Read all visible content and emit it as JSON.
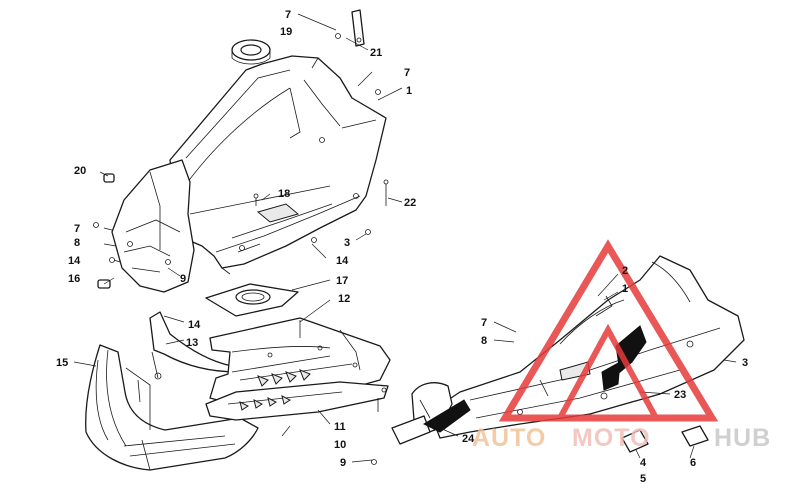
{
  "diagram": {
    "callouts": [
      {
        "id": "c7a",
        "text": "7"
      },
      {
        "id": "c19",
        "text": "19"
      },
      {
        "id": "c21",
        "text": "21"
      },
      {
        "id": "c7b",
        "text": "7"
      },
      {
        "id": "c1a",
        "text": "1"
      },
      {
        "id": "c20",
        "text": "20"
      },
      {
        "id": "c18",
        "text": "18"
      },
      {
        "id": "c22",
        "text": "22"
      },
      {
        "id": "c7c",
        "text": "7"
      },
      {
        "id": "c8a",
        "text": "8"
      },
      {
        "id": "c3a",
        "text": "3"
      },
      {
        "id": "c14a",
        "text": "14"
      },
      {
        "id": "c14b",
        "text": "14"
      },
      {
        "id": "c9a",
        "text": "9"
      },
      {
        "id": "c16",
        "text": "16"
      },
      {
        "id": "c17",
        "text": "17"
      },
      {
        "id": "c12",
        "text": "12"
      },
      {
        "id": "c14c",
        "text": "14"
      },
      {
        "id": "c13",
        "text": "13"
      },
      {
        "id": "c15",
        "text": "15"
      },
      {
        "id": "c11",
        "text": "11"
      },
      {
        "id": "c10",
        "text": "10"
      },
      {
        "id": "c9b",
        "text": "9"
      },
      {
        "id": "c2",
        "text": "2"
      },
      {
        "id": "c1b",
        "text": "1"
      },
      {
        "id": "c7d",
        "text": "7"
      },
      {
        "id": "c8b",
        "text": "8"
      },
      {
        "id": "c3b",
        "text": "3"
      },
      {
        "id": "c23",
        "text": "23"
      },
      {
        "id": "c24",
        "text": "24"
      },
      {
        "id": "c4",
        "text": "4"
      },
      {
        "id": "c5",
        "text": "5"
      },
      {
        "id": "c6",
        "text": "6"
      }
    ]
  },
  "watermark": {
    "part1": "AUTO",
    "part2": "MOTO",
    "part3": "HUB",
    "colors": {
      "auto": "#f2c29a",
      "moto": "#f0c0b8",
      "hub": "#c8c8c8",
      "triangle": "#e63a3a"
    }
  }
}
